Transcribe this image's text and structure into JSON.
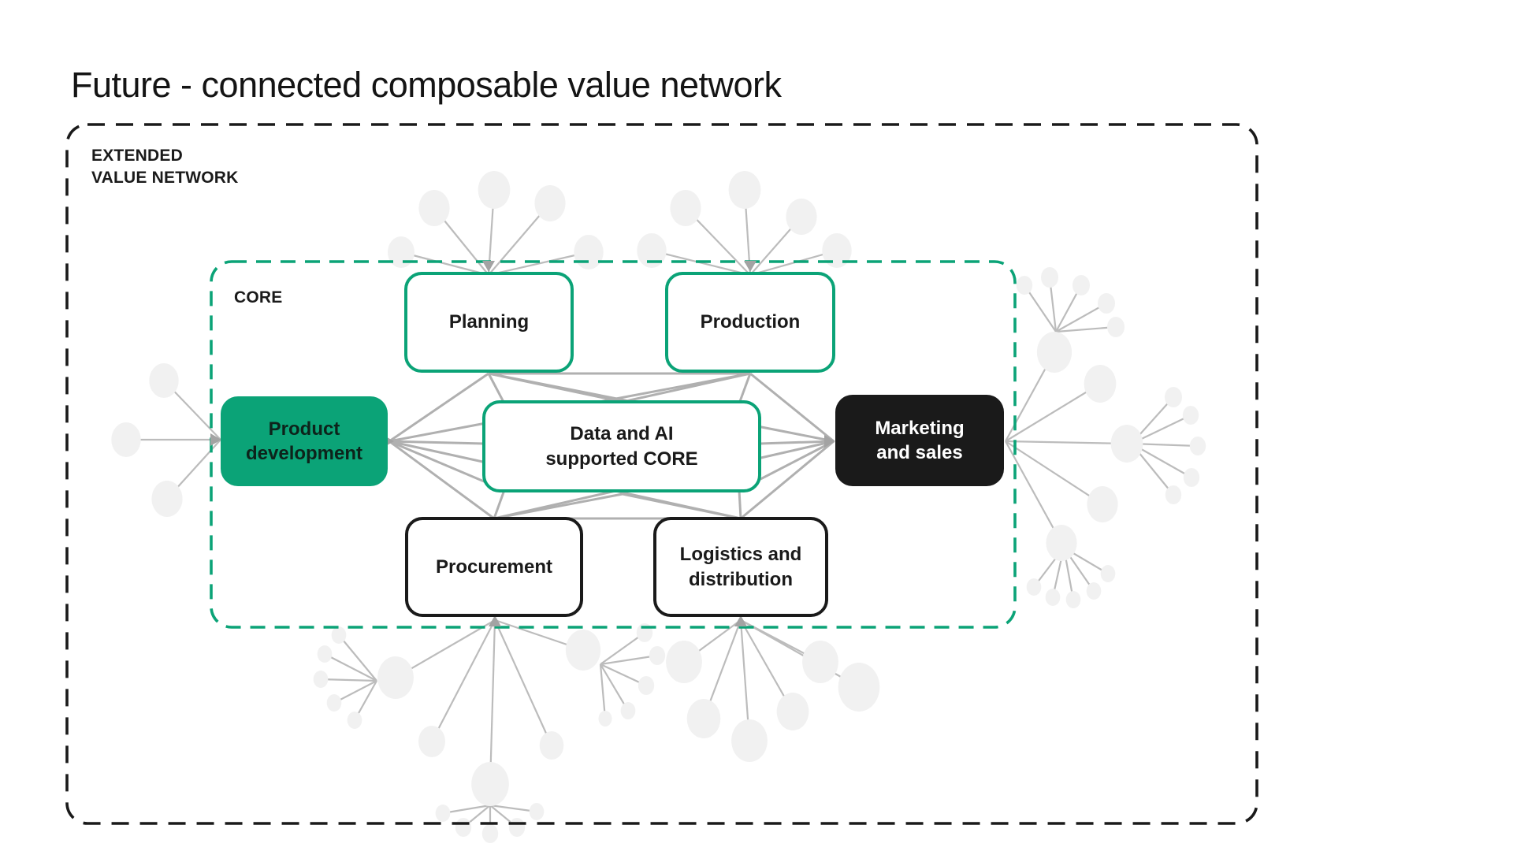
{
  "title": "Future - connected composable value network",
  "extended_network": {
    "label": "EXTENDED\nVALUE NETWORK"
  },
  "core": {
    "label": "CORE"
  },
  "boxes": {
    "planning": {
      "label": "Planning"
    },
    "production": {
      "label": "Production"
    },
    "product_development": {
      "label": "Product\ndevelopment"
    },
    "data_ai": {
      "label": "Data and AI\nsupported CORE"
    },
    "marketing": {
      "label": "Marketing\nand sales"
    },
    "procurement": {
      "label": "Procurement"
    },
    "logistics": {
      "label": "Logistics and\ndistribution"
    }
  },
  "colors": {
    "accent_green": "#0ba377",
    "ink_black": "#1a1a1a",
    "mesh_gray": "#b0b0b0",
    "dendrite_line": "#bcbcbc",
    "dendrite_fill": "#f1f1f1",
    "arrow_gray": "#a3a3a3",
    "background": "#ffffff"
  }
}
